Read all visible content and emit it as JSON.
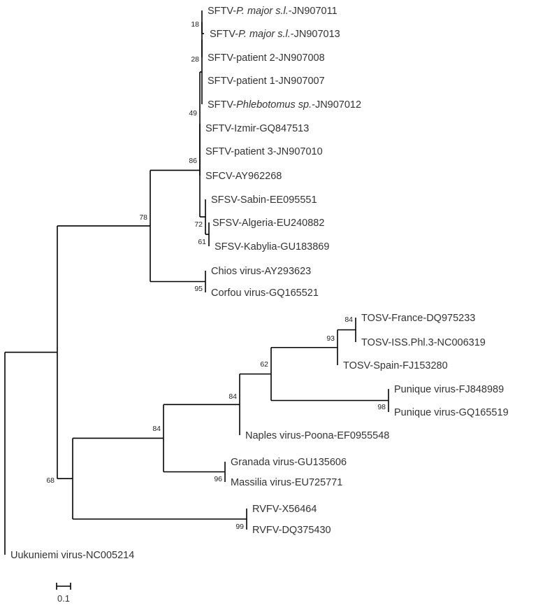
{
  "tree": {
    "leaves": [
      {
        "id": "l1",
        "parts": [
          [
            "SFTV-",
            false
          ],
          [
            "P. major s.l.",
            true
          ],
          [
            "-JN907011",
            false
          ]
        ]
      },
      {
        "id": "l2",
        "parts": [
          [
            "SFTV-",
            false
          ],
          [
            "P. major s.l.",
            true
          ],
          [
            "-JN907013",
            false
          ]
        ]
      },
      {
        "id": "l3",
        "parts": [
          [
            "SFTV-patient 2-JN907008",
            false
          ]
        ]
      },
      {
        "id": "l4",
        "parts": [
          [
            "SFTV-patient 1-JN907007",
            false
          ]
        ]
      },
      {
        "id": "l5",
        "parts": [
          [
            "SFTV-",
            false
          ],
          [
            "Phlebotomus sp.",
            true
          ],
          [
            "-JN907012",
            false
          ]
        ]
      },
      {
        "id": "l6",
        "parts": [
          [
            "SFTV-Izmir-GQ847513",
            false
          ]
        ]
      },
      {
        "id": "l7",
        "parts": [
          [
            "SFTV-patient 3-JN907010",
            false
          ]
        ]
      },
      {
        "id": "l8",
        "parts": [
          [
            "SFCV-AY962268",
            false
          ]
        ]
      },
      {
        "id": "l9",
        "parts": [
          [
            "SFSV-Sabin-EE095551",
            false
          ]
        ]
      },
      {
        "id": "l10",
        "parts": [
          [
            "SFSV-Algeria-EU240882",
            false
          ]
        ]
      },
      {
        "id": "l11",
        "parts": [
          [
            "SFSV-Kabylia-GU183869",
            false
          ]
        ]
      },
      {
        "id": "l12",
        "parts": [
          [
            "Chios virus-AY293623",
            false
          ]
        ]
      },
      {
        "id": "l13",
        "parts": [
          [
            "Corfou virus-GQ165521",
            false
          ]
        ]
      },
      {
        "id": "l14",
        "parts": [
          [
            "TOSV-France-DQ975233",
            false
          ]
        ]
      },
      {
        "id": "l15",
        "parts": [
          [
            "TOSV-ISS.Phl.3-NC006319",
            false
          ]
        ]
      },
      {
        "id": "l16",
        "parts": [
          [
            "TOSV-Spain-FJ153280",
            false
          ]
        ]
      },
      {
        "id": "l17",
        "parts": [
          [
            "Punique virus-FJ848989",
            false
          ]
        ]
      },
      {
        "id": "l18",
        "parts": [
          [
            "Punique virus-GQ165519",
            false
          ]
        ]
      },
      {
        "id": "l19",
        "parts": [
          [
            "Naples virus-Poona-EF0955548",
            false
          ]
        ]
      },
      {
        "id": "l20",
        "parts": [
          [
            "Granada virus-GU135606",
            false
          ]
        ]
      },
      {
        "id": "l21",
        "parts": [
          [
            "Massilia virus-EU725771",
            false
          ]
        ]
      },
      {
        "id": "l22",
        "parts": [
          [
            "RVFV-X56464",
            false
          ]
        ]
      },
      {
        "id": "l23",
        "parts": [
          [
            "RVFV-DQ375430",
            false
          ]
        ]
      },
      {
        "id": "l24",
        "parts": [
          [
            "Uukuniemi virus-NC005214",
            false
          ]
        ]
      }
    ],
    "bootstrap": [
      "18",
      "28",
      "49",
      "86",
      "72",
      "61",
      "95",
      "78",
      "84",
      "93",
      "98",
      "62",
      "84",
      "96",
      "84",
      "99",
      "68"
    ],
    "scale_bar_label": "0.1",
    "line_color": "#000000",
    "text_color": "#333333"
  }
}
